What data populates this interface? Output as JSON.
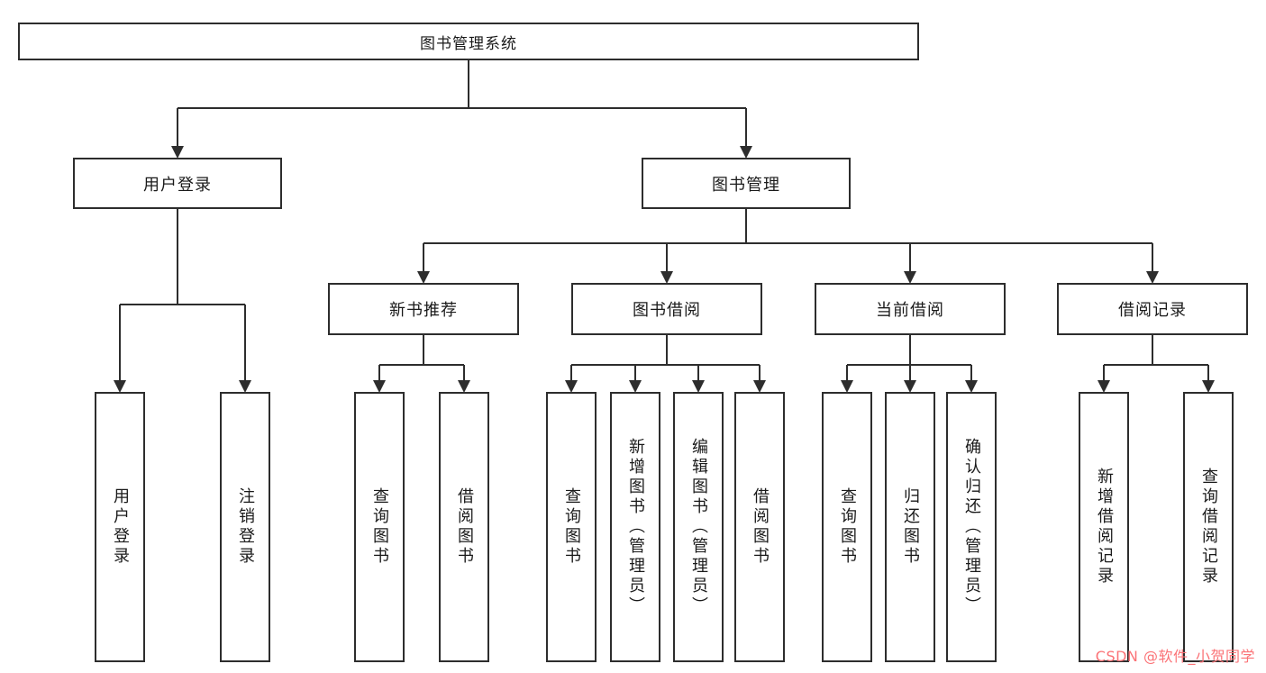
{
  "diagram": {
    "root": {
      "label": "图书管理系统"
    },
    "children": [
      {
        "label": "用户登录",
        "children": [
          {
            "label": "用户登录"
          },
          {
            "label": "注销登录"
          }
        ]
      },
      {
        "label": "图书管理",
        "children": [
          {
            "label": "新书推荐",
            "children": [
              {
                "label": "查询图书"
              },
              {
                "label": "借阅图书"
              }
            ]
          },
          {
            "label": "图书借阅",
            "children": [
              {
                "label": "查询图书"
              },
              {
                "label": "新增图书（管理员）"
              },
              {
                "label": "编辑图书（管理员）"
              },
              {
                "label": "借阅图书"
              }
            ]
          },
          {
            "label": "当前借阅",
            "children": [
              {
                "label": "查询图书"
              },
              {
                "label": "归还图书"
              },
              {
                "label": "确认归还（管理员）"
              }
            ]
          },
          {
            "label": "借阅记录",
            "children": [
              {
                "label": "新增借阅记录"
              },
              {
                "label": "查询借阅记录"
              }
            ]
          }
        ]
      }
    ]
  },
  "watermark": {
    "text": "CSDN @软件_小贺同学",
    "color": "#fb7276"
  },
  "colors": {
    "line": "#2d2d2d",
    "border": "#2d2d2d",
    "background": "#ffffff"
  }
}
